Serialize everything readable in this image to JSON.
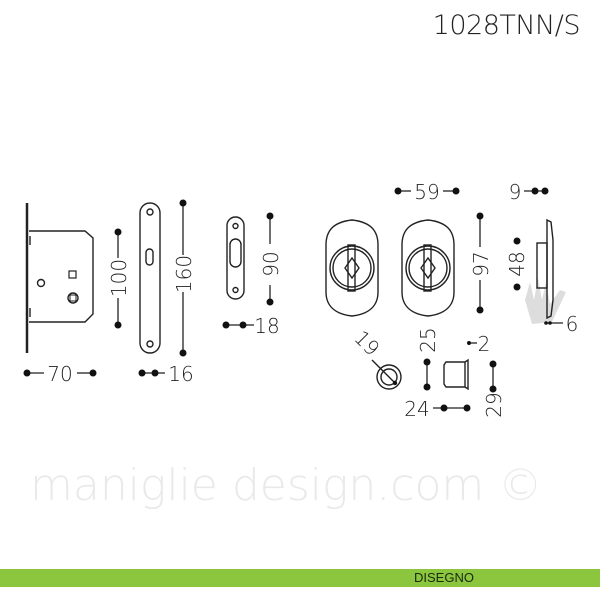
{
  "header": {
    "product_code": "1028TNN/S"
  },
  "watermark": "maniglie design.com ©",
  "dimensions": {
    "lock_width": "70",
    "lock_height": "100",
    "faceplate_height": "160",
    "faceplate_width": "16",
    "strike_height": "90",
    "strike_width": "18",
    "rose_width": "59",
    "rose_height": "97",
    "side_thickness": "9",
    "turn_height": "48",
    "side_base": "6",
    "ring_diameter": "19",
    "cylinder_height": "25",
    "cylinder_lip": "2",
    "cylinder_width": "24",
    "cylinder_outer": "29"
  },
  "footer": {
    "label": "DISEGNO",
    "color": "#8cc63f"
  }
}
